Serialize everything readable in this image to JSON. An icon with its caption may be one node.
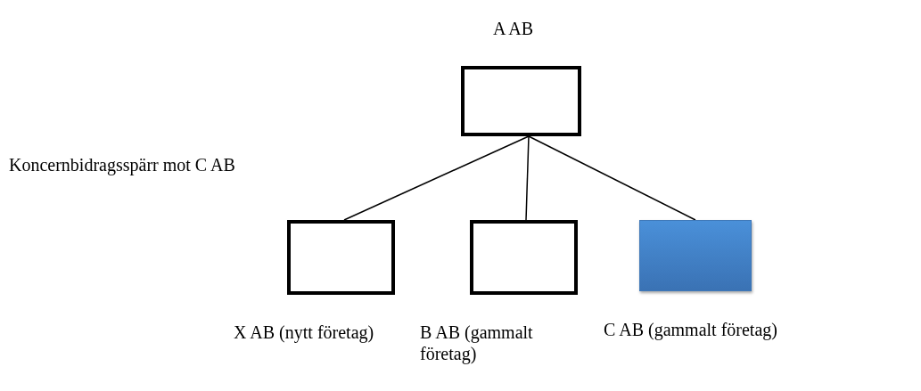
{
  "diagram": {
    "nodes": [
      {
        "text": [
          "A AB"
        ]
      },
      {
        "text": [
          "X AB (nytt företag)"
        ]
      },
      {
        "text": [
          "B AB (gammalt företag)"
        ]
      },
      {
        "text": [
          "C AB (gammalt företag)"
        ]
      }
    ],
    "edges": [
      {
        "from": 0,
        "to": 1,
        "arrow": "none"
      },
      {
        "from": 0,
        "to": 2,
        "arrow": "none"
      },
      {
        "from": 0,
        "to": 3,
        "arrow": "none"
      }
    ],
    "labels": [
      "Koncernbidragsspärr mot C AB"
    ]
  }
}
